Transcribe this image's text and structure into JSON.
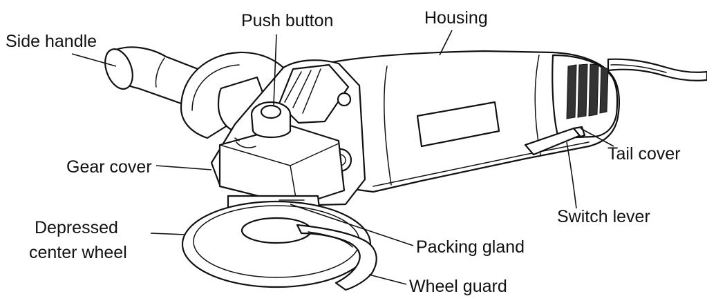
{
  "labels": {
    "side_handle": "Side handle",
    "push_button": "Push button",
    "housing": "Housing",
    "gear_cover": "Gear cover",
    "tail_cover": "Tail cover",
    "depressed_center_wheel_line1": "Depressed",
    "depressed_center_wheel_line2": "center wheel",
    "switch_lever": "Switch lever",
    "packing_gland": "Packing gland",
    "wheel_guard": "Wheel guard"
  },
  "colors": {
    "ink": "#111111",
    "background": "#ffffff"
  }
}
